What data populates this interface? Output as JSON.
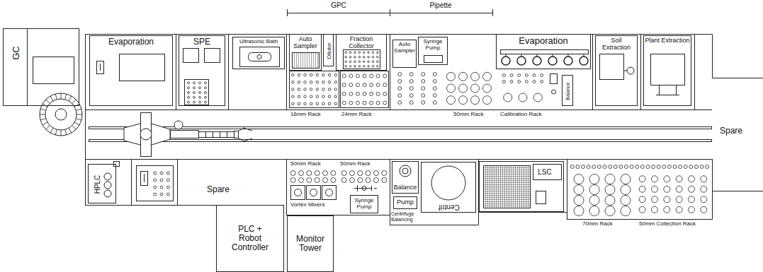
{
  "diagram": {
    "nodes": [
      {
        "text": [
          "GC"
        ]
      },
      {
        "text": [
          "Evaporation"
        ]
      },
      {
        "text": [
          "SPE"
        ]
      },
      {
        "text": [
          "Ultrasonic Bath"
        ]
      },
      {
        "text": [
          "Auto Sampler"
        ]
      },
      {
        "text": [
          "Dilutor"
        ]
      },
      {
        "text": [
          "Fraction Collector"
        ]
      },
      {
        "text": [
          "Auto Sampler"
        ]
      },
      {
        "text": [
          "Syringe Pump"
        ]
      },
      {
        "text": [
          "Evaporation"
        ]
      },
      {
        "text": [
          "Balance"
        ]
      },
      {
        "text": [
          "Soil Extraction"
        ]
      },
      {
        "text": [
          "Plant Extraction"
        ]
      },
      {
        "text": [
          "HPLC"
        ]
      },
      {
        "text": [
          "Syringe Pump"
        ]
      },
      {
        "text": [
          "Balance"
        ]
      },
      {
        "text": [
          "Pump"
        ]
      },
      {
        "text": [
          "Centrif"
        ]
      },
      {
        "text": [
          "LSC"
        ]
      },
      {
        "text": [
          "PLC + Robot Controller"
        ]
      },
      {
        "text": [
          "Monitor Tower"
        ]
      }
    ],
    "labels": [
      "GPC",
      "Pipette",
      "16mm Rack",
      "24mm Rack",
      "50mm Rack",
      "Calibration Rack",
      "Spare",
      "Spare",
      "50mm Rack",
      "50mm Rack",
      "Vortex Mixers",
      "Centrifuge Balancing",
      "70mm Rack",
      "50mm Collection Rack"
    ]
  }
}
